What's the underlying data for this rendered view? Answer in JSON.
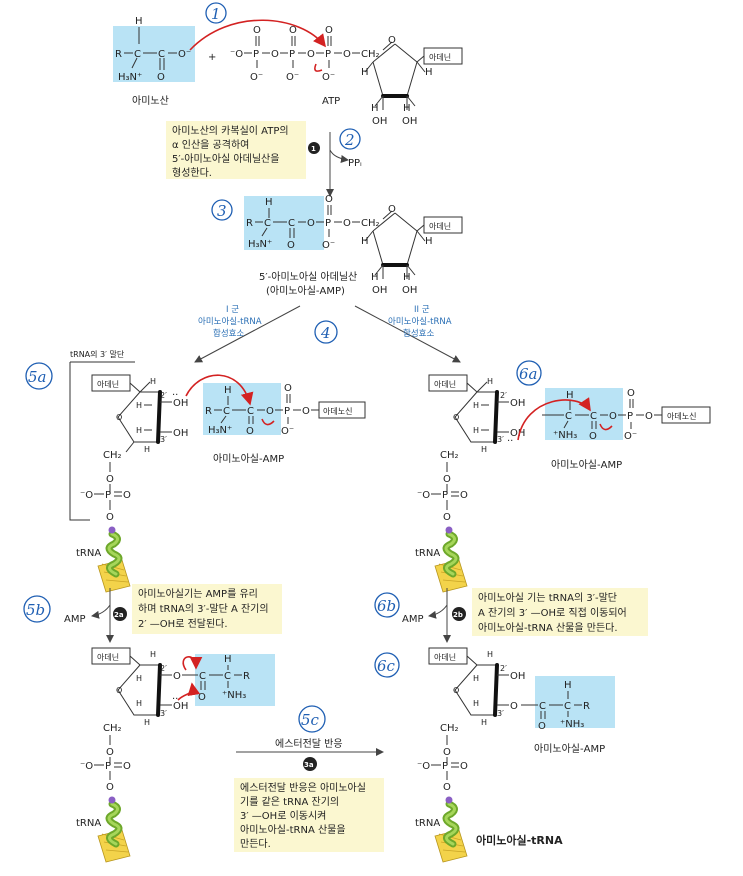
{
  "labels": {
    "amino_acid": "아미노산",
    "atp": "ATP",
    "adenine": "아데닌",
    "adenosine": "아데노신",
    "ppi": "PPᵢ",
    "amp": "AMP",
    "intermediate_name": "5′-아미노아실 아데닐산",
    "intermediate_alt": "(아미노아실-AMP)",
    "aminoacyl_amp": "아미노아실-AMP",
    "trna": "tRNA",
    "trna_3_end": "tRNA의 3′ 말단",
    "product": "아미노아실-tRNA",
    "ester_transfer": "에스터전달 반응"
  },
  "enzymes": {
    "class1_line1": "I 군",
    "class1_line2": "아미노아실-tRNA",
    "class1_line3": "합성효소",
    "class2_line1": "II 군",
    "class2_line2": "아미노아실-tRNA",
    "class2_line3": "합성효소"
  },
  "notes": {
    "step1": [
      "아미노산의 카복실이 ATP의",
      "α 인산을 공격하여",
      "5′-아미노아실 아데닐산을",
      "형성한다."
    ],
    "step2a": [
      "아미노아실기는 AMP를 유리",
      "하며 tRNA의 3′-말단 A 잔기의",
      "2′ —OH로 전달된다."
    ],
    "step2b": [
      "아미노아실 기는 tRNA의 3′-말단",
      "A 잔기의 3′ —OH로 직접 이동되어",
      "아미노아실-tRNA 산물을 만든다."
    ],
    "step3a": [
      "에스터전달 반응은 아미노아실",
      "기를 같은 tRNA 잔기의",
      "3′ —OH로 이동시켜",
      "아미노아실-tRNA 산물을",
      "만든다."
    ]
  },
  "step_badges": {
    "s1": "1",
    "s2a": "2a",
    "s2b": "2b",
    "s3a": "3a"
  },
  "annotations": {
    "a1": "1",
    "a2": "2",
    "a3": "3",
    "a4": "4",
    "a5a": "5a",
    "a6a": "6a",
    "a5b": "5b",
    "a6b": "6b",
    "a5c": "5c",
    "a6c": "6c"
  },
  "atoms": {
    "H": "H",
    "R": "R",
    "C": "C",
    "O": "O",
    "P": "P",
    "OH": "OH",
    "CH2": "CH₂",
    "H3N": "H₃N⁺",
    "NH3": "⁺NH₃",
    "Ominus": "O⁻",
    "minusO": "⁻O",
    "pos2": "2′",
    "pos3": "3′",
    "lone": "··"
  },
  "colors": {
    "highlight": "#b9e3f5",
    "note_bg": "#fbf7d0",
    "arrow_red": "#d32222",
    "annotation_blue": "#1f5fb3",
    "enzyme_blue": "#2a6fb5",
    "trna_green": "#8cc63f",
    "trna_yellow": "#f3d34a"
  }
}
